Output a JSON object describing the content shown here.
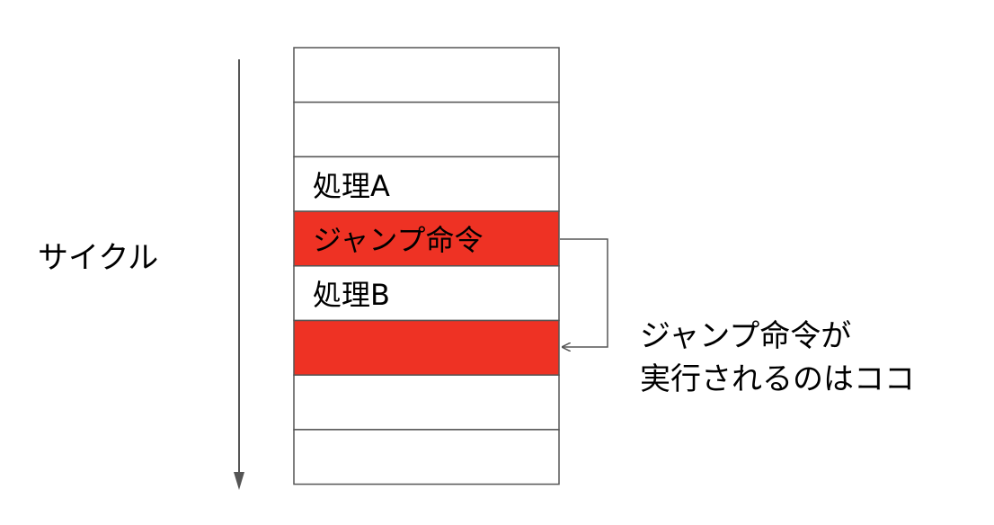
{
  "axis": {
    "label": "サイクル"
  },
  "rows": [
    {
      "label": "",
      "highlighted": false
    },
    {
      "label": "",
      "highlighted": false
    },
    {
      "label": "処理A",
      "highlighted": false
    },
    {
      "label": "ジャンプ命令",
      "highlighted": true
    },
    {
      "label": "処理B",
      "highlighted": false
    },
    {
      "label": "",
      "highlighted": true
    },
    {
      "label": "",
      "highlighted": false
    },
    {
      "label": "",
      "highlighted": false
    }
  ],
  "note": {
    "line1": "ジャンプ命令が",
    "line2": "実行されるのはココ"
  },
  "colors": {
    "highlight": "#ee3224",
    "cell_border": "#555555",
    "arrow": "#555555"
  }
}
